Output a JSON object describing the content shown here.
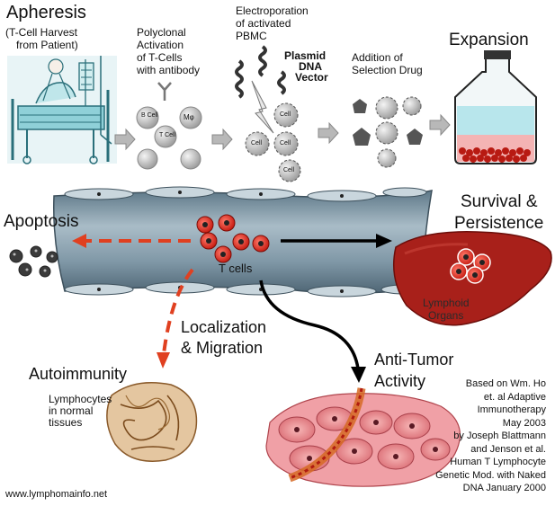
{
  "steps": {
    "apheresis_title": "Apheresis",
    "apheresis_sub1": "(T-Cell Harvest",
    "apheresis_sub2": "from Patient)",
    "activation1": "Polyclonal",
    "activation2": "Activation",
    "activation3": "of T-Cells",
    "activation4": "with antibody",
    "electro1": "Electroporation",
    "electro2": "of activated",
    "electro3": "PBMC",
    "plasmid1": "Plasmid",
    "plasmid2": "DNA",
    "plasmid3": "Vector",
    "selection1": "Addition of",
    "selection2": "Selection Drug",
    "expansion": "Expansion"
  },
  "cells": {
    "b_cell": "B Cell",
    "m_cell": "Mφ",
    "t_cell": "T Cell",
    "cell": "Cell"
  },
  "outcomes": {
    "apoptosis": "Apoptosis",
    "survival1": "Survival &",
    "survival2": "Persistence",
    "lymphoid1": "Lymphoid",
    "lymphoid2": "Organs",
    "t_cells": "T cells",
    "localization1": "Localization",
    "localization2": "& Migration",
    "autoimmunity": "Autoimmunity",
    "lymph1": "Lymphocytes",
    "lymph2": "in normal",
    "lymph3": "tissues",
    "antitumor1": "Anti-Tumor",
    "antitumor2": "Activity"
  },
  "credit": [
    "Based on Wm. Ho",
    "et. al Adaptive",
    "Immunotherapy",
    "May 2003",
    "by Joseph Blattmann",
    "and Jenson et al.",
    "Human T Lymphocyte",
    "Genetic Mod. with Naked",
    "DNA January 2000"
  ],
  "website": "www.lymphomainfo.net",
  "colors": {
    "vessel": "#7f97a6",
    "red_arrow": "#e04020",
    "spleen": "#a8201a",
    "cell_red": "#e23828",
    "flask_liquid": "#b8e6ec"
  }
}
